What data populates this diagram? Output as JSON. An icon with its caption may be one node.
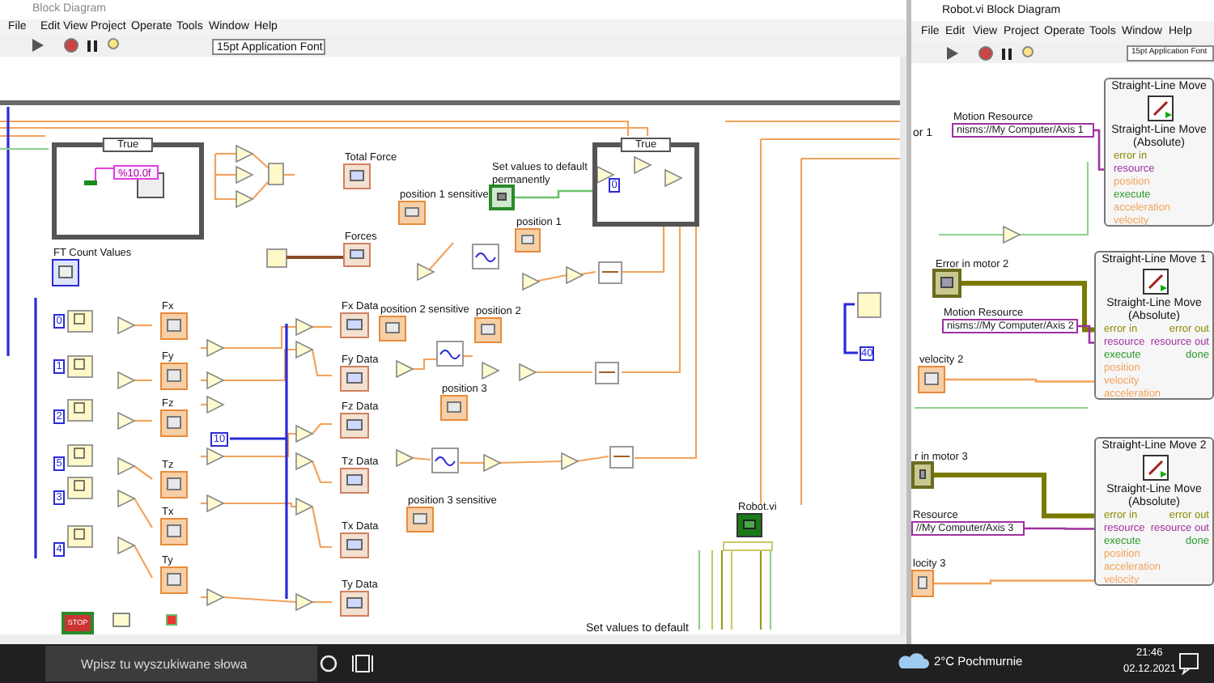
{
  "diagram": {
    "nodes": [
      {
        "text": [
          "True"
        ]
      },
      {
        "text": [
          "%10.0f"
        ],
        "in": 0
      },
      {
        "text": [
          "Total Force"
        ]
      },
      {
        "text": [
          "Set values to default permanently"
        ]
      },
      {
        "text": [
          "True"
        ]
      },
      {
        "text": [
          "0"
        ],
        "in": 4
      },
      {
        "text": [
          "position 1 sensitive"
        ]
      },
      {
        "text": [
          "position 1"
        ]
      },
      {
        "text": [
          "Forces"
        ]
      },
      {
        "text": [
          "FT Count Values"
        ]
      },
      {
        "text": [
          "0"
        ]
      },
      {
        "text": [
          "1"
        ]
      },
      {
        "text": [
          "2"
        ]
      },
      {
        "text": [
          "5"
        ]
      },
      {
        "text": [
          "3"
        ]
      },
      {
        "text": [
          "4"
        ]
      },
      {
        "text": [
          "Fx"
        ]
      },
      {
        "text": [
          "Fy"
        ]
      },
      {
        "text": [
          "Fz"
        ]
      },
      {
        "text": [
          "Tz"
        ]
      },
      {
        "text": [
          "Tx"
        ]
      },
      {
        "text": [
          "Ty"
        ]
      },
      {
        "text": [
          "Fx Data"
        ]
      },
      {
        "text": [
          "Fy Data"
        ]
      },
      {
        "text": [
          "Fz Data"
        ]
      },
      {
        "text": [
          "Tz Data"
        ]
      },
      {
        "text": [
          "Tx Data"
        ]
      },
      {
        "text": [
          "Ty Data"
        ]
      },
      {
        "text": [
          "position 2 sensitive"
        ]
      },
      {
        "text": [
          "position 2"
        ]
      },
      {
        "text": [
          "position 3"
        ]
      },
      {
        "text": [
          "position 3 sensitive"
        ]
      },
      {
        "text": [
          "10"
        ]
      },
      {
        "text": [
          "40"
        ]
      },
      {
        "text": [
          "Robot.vi"
        ]
      },
      {
        "text": [
          "STOP"
        ]
      },
      {
        "text": [
          "Error in motor 2"
        ]
      },
      {
        "text": [
          "Motion Resource",
          "nisms://My Computer/Axis 1"
        ]
      },
      {
        "text": [
          "Straight-Line Move",
          "Straight-Line Move (Absolute)",
          "error in",
          "resource",
          "position",
          "execute",
          "acceleration",
          "velocity"
        ]
      },
      {
        "text": [
          "Motion Resource",
          "nisms://My Computer/Axis 2"
        ]
      },
      {
        "text": [
          "Straight-Line Move 1",
          "Straight-Line Move (Absolute)",
          "error in",
          "resource",
          "execute",
          "position",
          "velocity",
          "acceleration",
          "error out",
          "resource out",
          "done"
        ]
      },
      {
        "text": [
          "velocity 2"
        ]
      },
      {
        "text": [
          "r in motor 3"
        ]
      },
      {
        "text": [
          "Resource",
          "//My Computer/Axis 3"
        ]
      },
      {
        "text": [
          "Straight-Line Move 2",
          "Straight-Line Move (Absolute)",
          "error in",
          "resource",
          "execute",
          "position",
          "acceleration",
          "velocity",
          "error out",
          "resource out",
          "done"
        ]
      },
      {
        "text": [
          "locity 3"
        ]
      }
    ],
    "edges": [
      {
        "from": 3,
        "to": 4,
        "arrow": "none",
        "color": "#6cc36c"
      },
      {
        "from": 37,
        "to": 38,
        "arrow": "none"
      },
      {
        "from": 36,
        "to": 40,
        "arrow": "none",
        "style": "thick",
        "color": "#7a7a00"
      },
      {
        "from": 39,
        "to": 40,
        "arrow": "none"
      },
      {
        "from": 41,
        "to": 40,
        "arrow": "none",
        "color": "#f3a35c"
      },
      {
        "from": 42,
        "to": 44,
        "arrow": "none",
        "style": "thick",
        "color": "#7a7a00"
      },
      {
        "from": 43,
        "to": 44,
        "arrow": "none"
      },
      {
        "from": 45,
        "to": 44,
        "arrow": "none",
        "color": "#f3a35c"
      }
    ],
    "labels": [
      "Block Diagram",
      "File",
      "Edit",
      "View",
      "Project",
      "Operate",
      "Tools",
      "Window",
      "Help",
      "15pt Application Font",
      "Robot.vi Block Diagram",
      "File",
      "Edit",
      "View",
      "Project",
      "Operate",
      "Tools",
      "Window",
      "Help",
      "15pt Application Font",
      "or 1",
      "Set values to default",
      "Wpisz tu wyszukiwane słowa",
      "2°C Pochmurnie",
      "21:46",
      "02.12.2021"
    ]
  }
}
